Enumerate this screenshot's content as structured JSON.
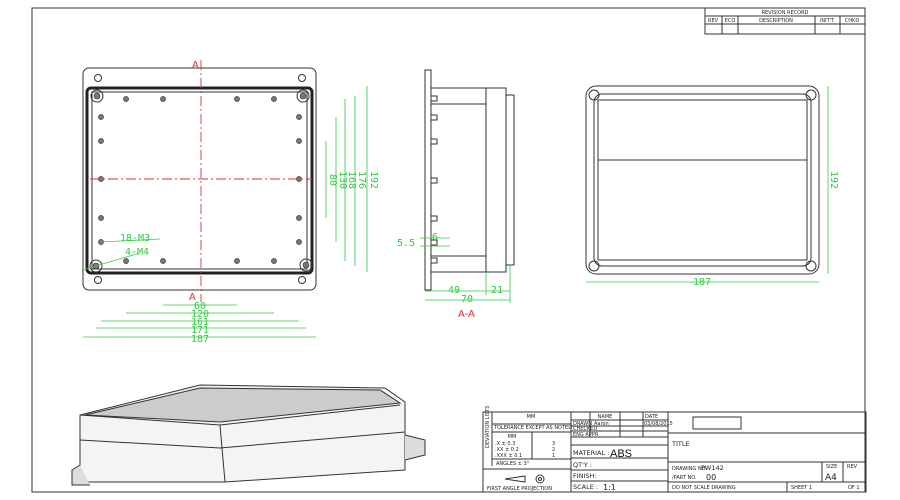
{
  "revision_record": {
    "title": "REVISION RECORD",
    "columns": [
      "REV",
      "ECO",
      "DESCRIPTION",
      "INIT'T",
      "CHKD"
    ]
  },
  "front_view": {
    "section_label": "A",
    "hole_labels": [
      "18-M3",
      "4-M4"
    ],
    "horizontal_dims": [
      "60",
      "120",
      "161",
      "171",
      "187"
    ],
    "vertical_dims": [
      "80",
      "130",
      "168",
      "176",
      "192"
    ]
  },
  "side_view": {
    "dims": [
      "6",
      "5.5",
      "49",
      "21",
      "70"
    ],
    "section_title": "A-A"
  },
  "back_view": {
    "width_dim": "187",
    "height_dim": "192"
  },
  "title_block": {
    "units": "MM",
    "tolerance_header": "TOLERANCE EXCEPT AS NOTED",
    "deviation_label": "DEVIATION LISTS",
    "tolerances": [
      {
        "range": ".X ± 0.3",
        "value": "3"
      },
      {
        "range": ".XX ± 0.2",
        "value": "2"
      },
      {
        "range": ".XXX ± 0.1",
        "value": "1"
      }
    ],
    "tol_col_header": "MM",
    "angles": "ANGLES ± 3°",
    "projection": "FIRST ANGLE PROJECTION",
    "name_header": "NAME",
    "date_header": "DATE",
    "drawn_label": "DRAWN",
    "drawn_name": "Aaron",
    "drawn_date": "03/08/2015",
    "checked_label": "CHECKED",
    "eng_appr_label": "ENG APPR",
    "material_label": "MATERIAL :",
    "material_value": "ABS",
    "qty_label": "QT'Y :",
    "finish_label": "FINISH:",
    "scale_label": "SCALE :",
    "scale_value": "1:1",
    "title_label": "TITLE",
    "drawing_no_label": "DRAWING NO.",
    "drawing_no": "PW142",
    "part_no_label": "/PART  NO.",
    "part_no": "00",
    "size_label": "SIZE",
    "size_value": "A4",
    "rev_label": "REV",
    "no_scale": "DO NOT SCALE DRAWING",
    "sheet_label": "SHEET 1",
    "of_label": "OF 1"
  }
}
